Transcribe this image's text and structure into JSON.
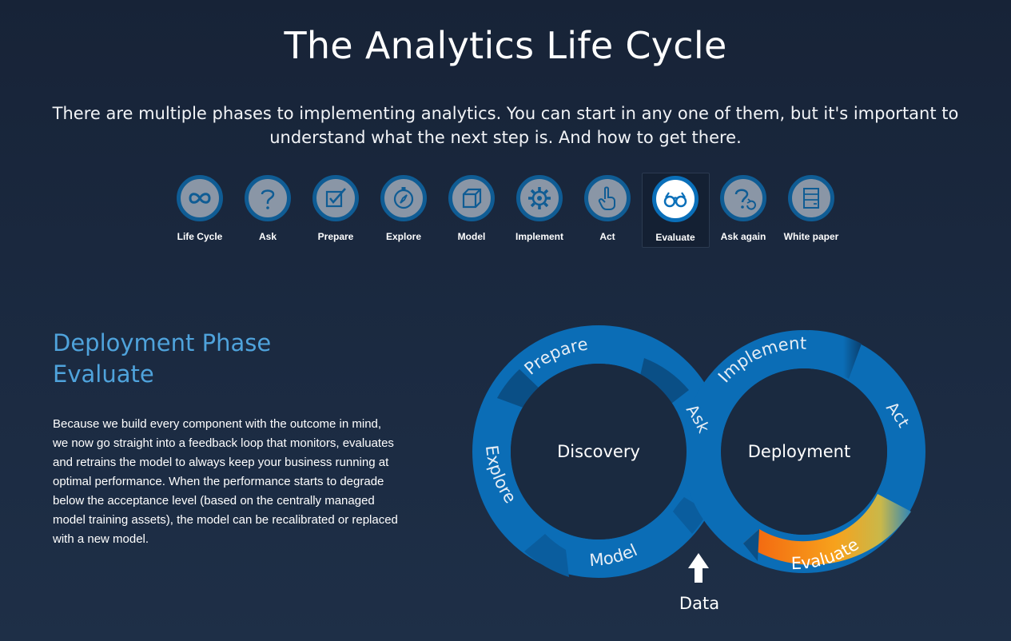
{
  "page": {
    "title": "The Analytics Life Cycle",
    "intro": "There are multiple phases to implementing analytics. You can start in any one of them, but it's important to understand what the next step is. And how to get there."
  },
  "nav": {
    "active": "Evaluate",
    "items": [
      {
        "label": "Life Cycle",
        "icon": "infinity-icon"
      },
      {
        "label": "Ask",
        "icon": "question-mark-icon"
      },
      {
        "label": "Prepare",
        "icon": "checkbox-pencil-icon"
      },
      {
        "label": "Explore",
        "icon": "compass-icon"
      },
      {
        "label": "Model",
        "icon": "cube-icon"
      },
      {
        "label": "Implement",
        "icon": "gear-icon"
      },
      {
        "label": "Act",
        "icon": "hand-pointer-icon"
      },
      {
        "label": "Evaluate",
        "icon": "glasses-icon"
      },
      {
        "label": "Ask again",
        "icon": "question-refresh-icon"
      },
      {
        "label": "White paper",
        "icon": "document-icon"
      }
    ]
  },
  "content": {
    "phase": "Deployment Phase",
    "step": "Evaluate",
    "description": "Because we build every component with the outcome in mind, we now go straight into a feedback loop that monitors, evaluates and retrains the model to always keep your business running at optimal performance. When the performance starts to degrade below the acceptance level (based on the centrally managed model training assets), the model can be recalibrated or replaced with a new model."
  },
  "diagram": {
    "left_center": "Discovery",
    "right_center": "Deployment",
    "segments": [
      "Prepare",
      "Ask",
      "Explore",
      "Model",
      "Implement",
      "Act",
      "Evaluate"
    ],
    "input_label": "Data",
    "highlighted_segment": "Evaluate",
    "colors": {
      "ring": "#0b6db6",
      "ring_dark": "#0a4f86",
      "highlight_start": "#f26a10",
      "highlight_end": "#f7b21e",
      "center": "#1a2a40"
    }
  }
}
